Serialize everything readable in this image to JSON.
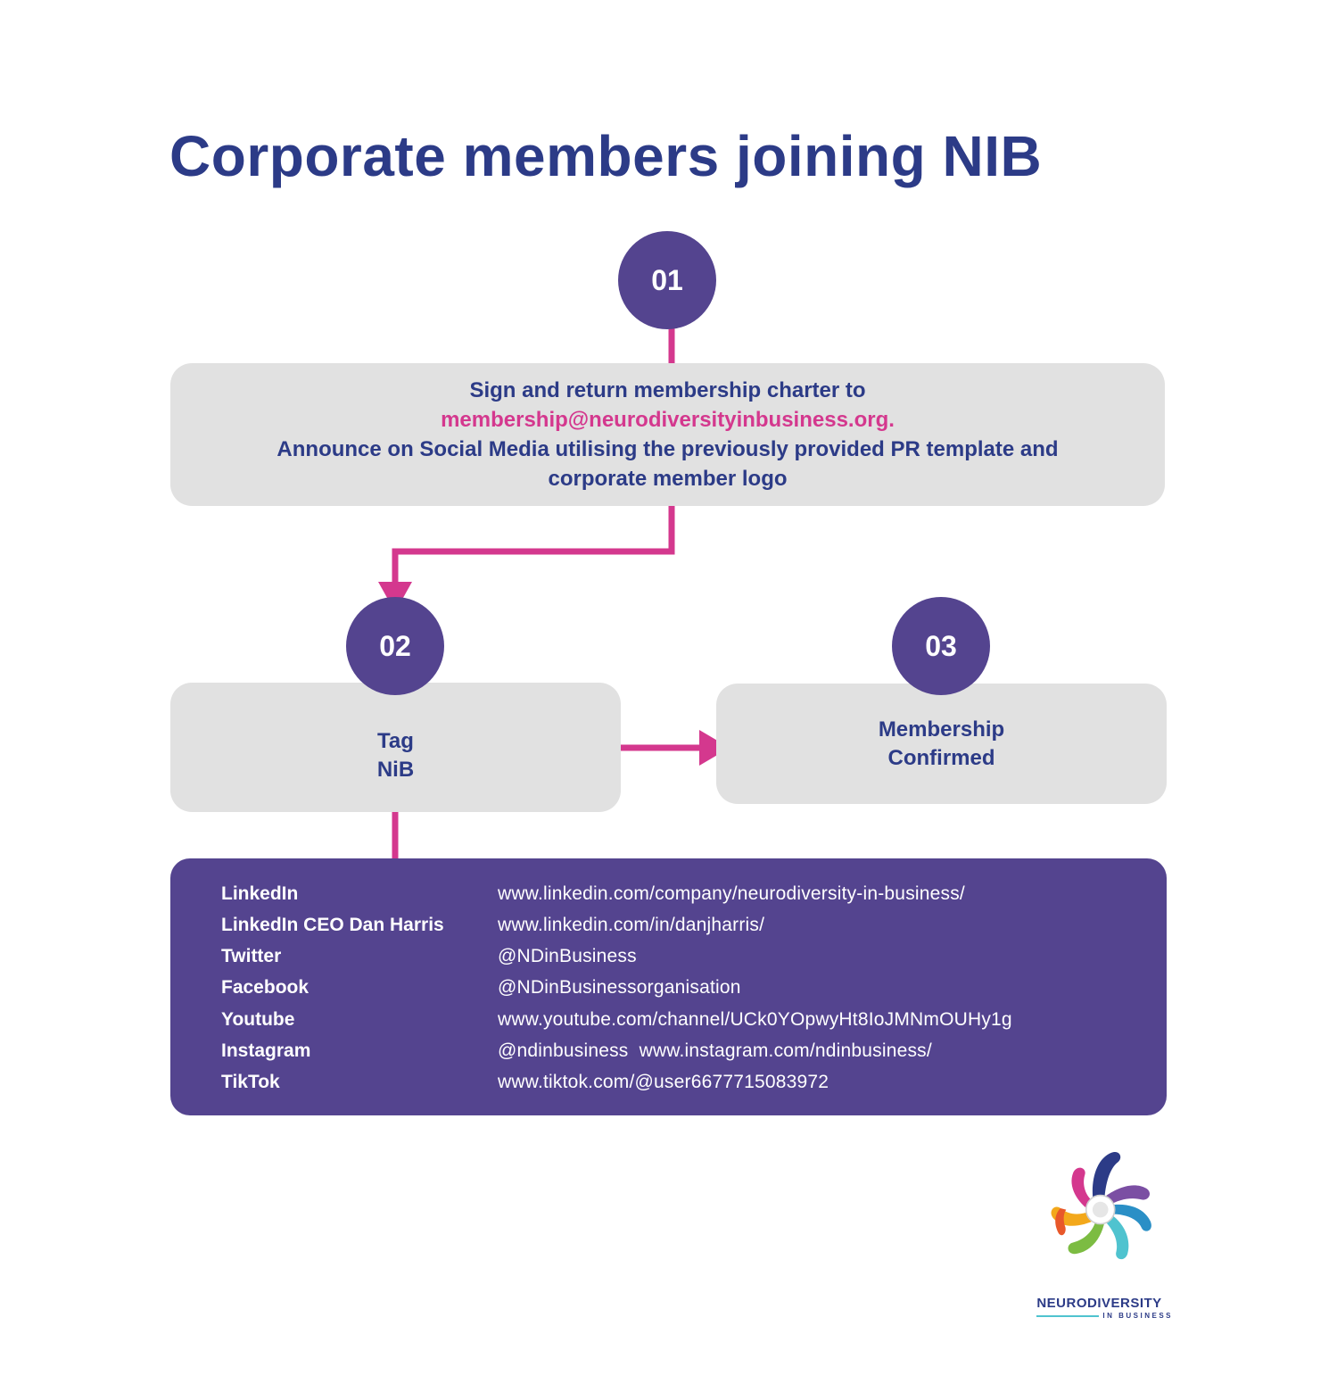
{
  "title": "Corporate members joining NIB",
  "steps": [
    {
      "number": "01"
    },
    {
      "number": "02"
    },
    {
      "number": "03"
    }
  ],
  "step1": {
    "line1": "Sign and return membership charter to",
    "email": "membership@neurodiversityinbusiness.org.",
    "line3": "Announce on Social Media utilising the previously provided PR template and",
    "line4": "corporate member logo"
  },
  "step2": {
    "line1": "Tag",
    "line2": "NiB"
  },
  "step3": {
    "line1": "Membership",
    "line2": "Confirmed"
  },
  "social": [
    {
      "label": "LinkedIn",
      "value": "www.linkedin.com/company/neurodiversity-in-business/"
    },
    {
      "label": "LinkedIn CEO Dan Harris",
      "value": "www.linkedin.com/in/danjharris/"
    },
    {
      "label": "Twitter",
      "value": "@NDinBusiness"
    },
    {
      "label": "Facebook",
      "value": "@NDinBusinessorganisation"
    },
    {
      "label": "Youtube",
      "value": "www.youtube.com/channel/UCk0YOpwyHt8IoJMNmOUHy1g"
    },
    {
      "label": "Instagram",
      "value": "@ndinbusiness  www.instagram.com/ndinbusiness/"
    },
    {
      "label": "TikTok",
      "value": "www.tiktok.com/@user6677715083972"
    }
  ],
  "logo": {
    "name": "NEURODIVERSITY",
    "tagline": "IN BUSINESS"
  },
  "colors": {
    "title": "#2c3b87",
    "circle": "#54448f",
    "box": "#e1e1e1",
    "connector": "#d4388e",
    "social_bg": "#54448f"
  }
}
